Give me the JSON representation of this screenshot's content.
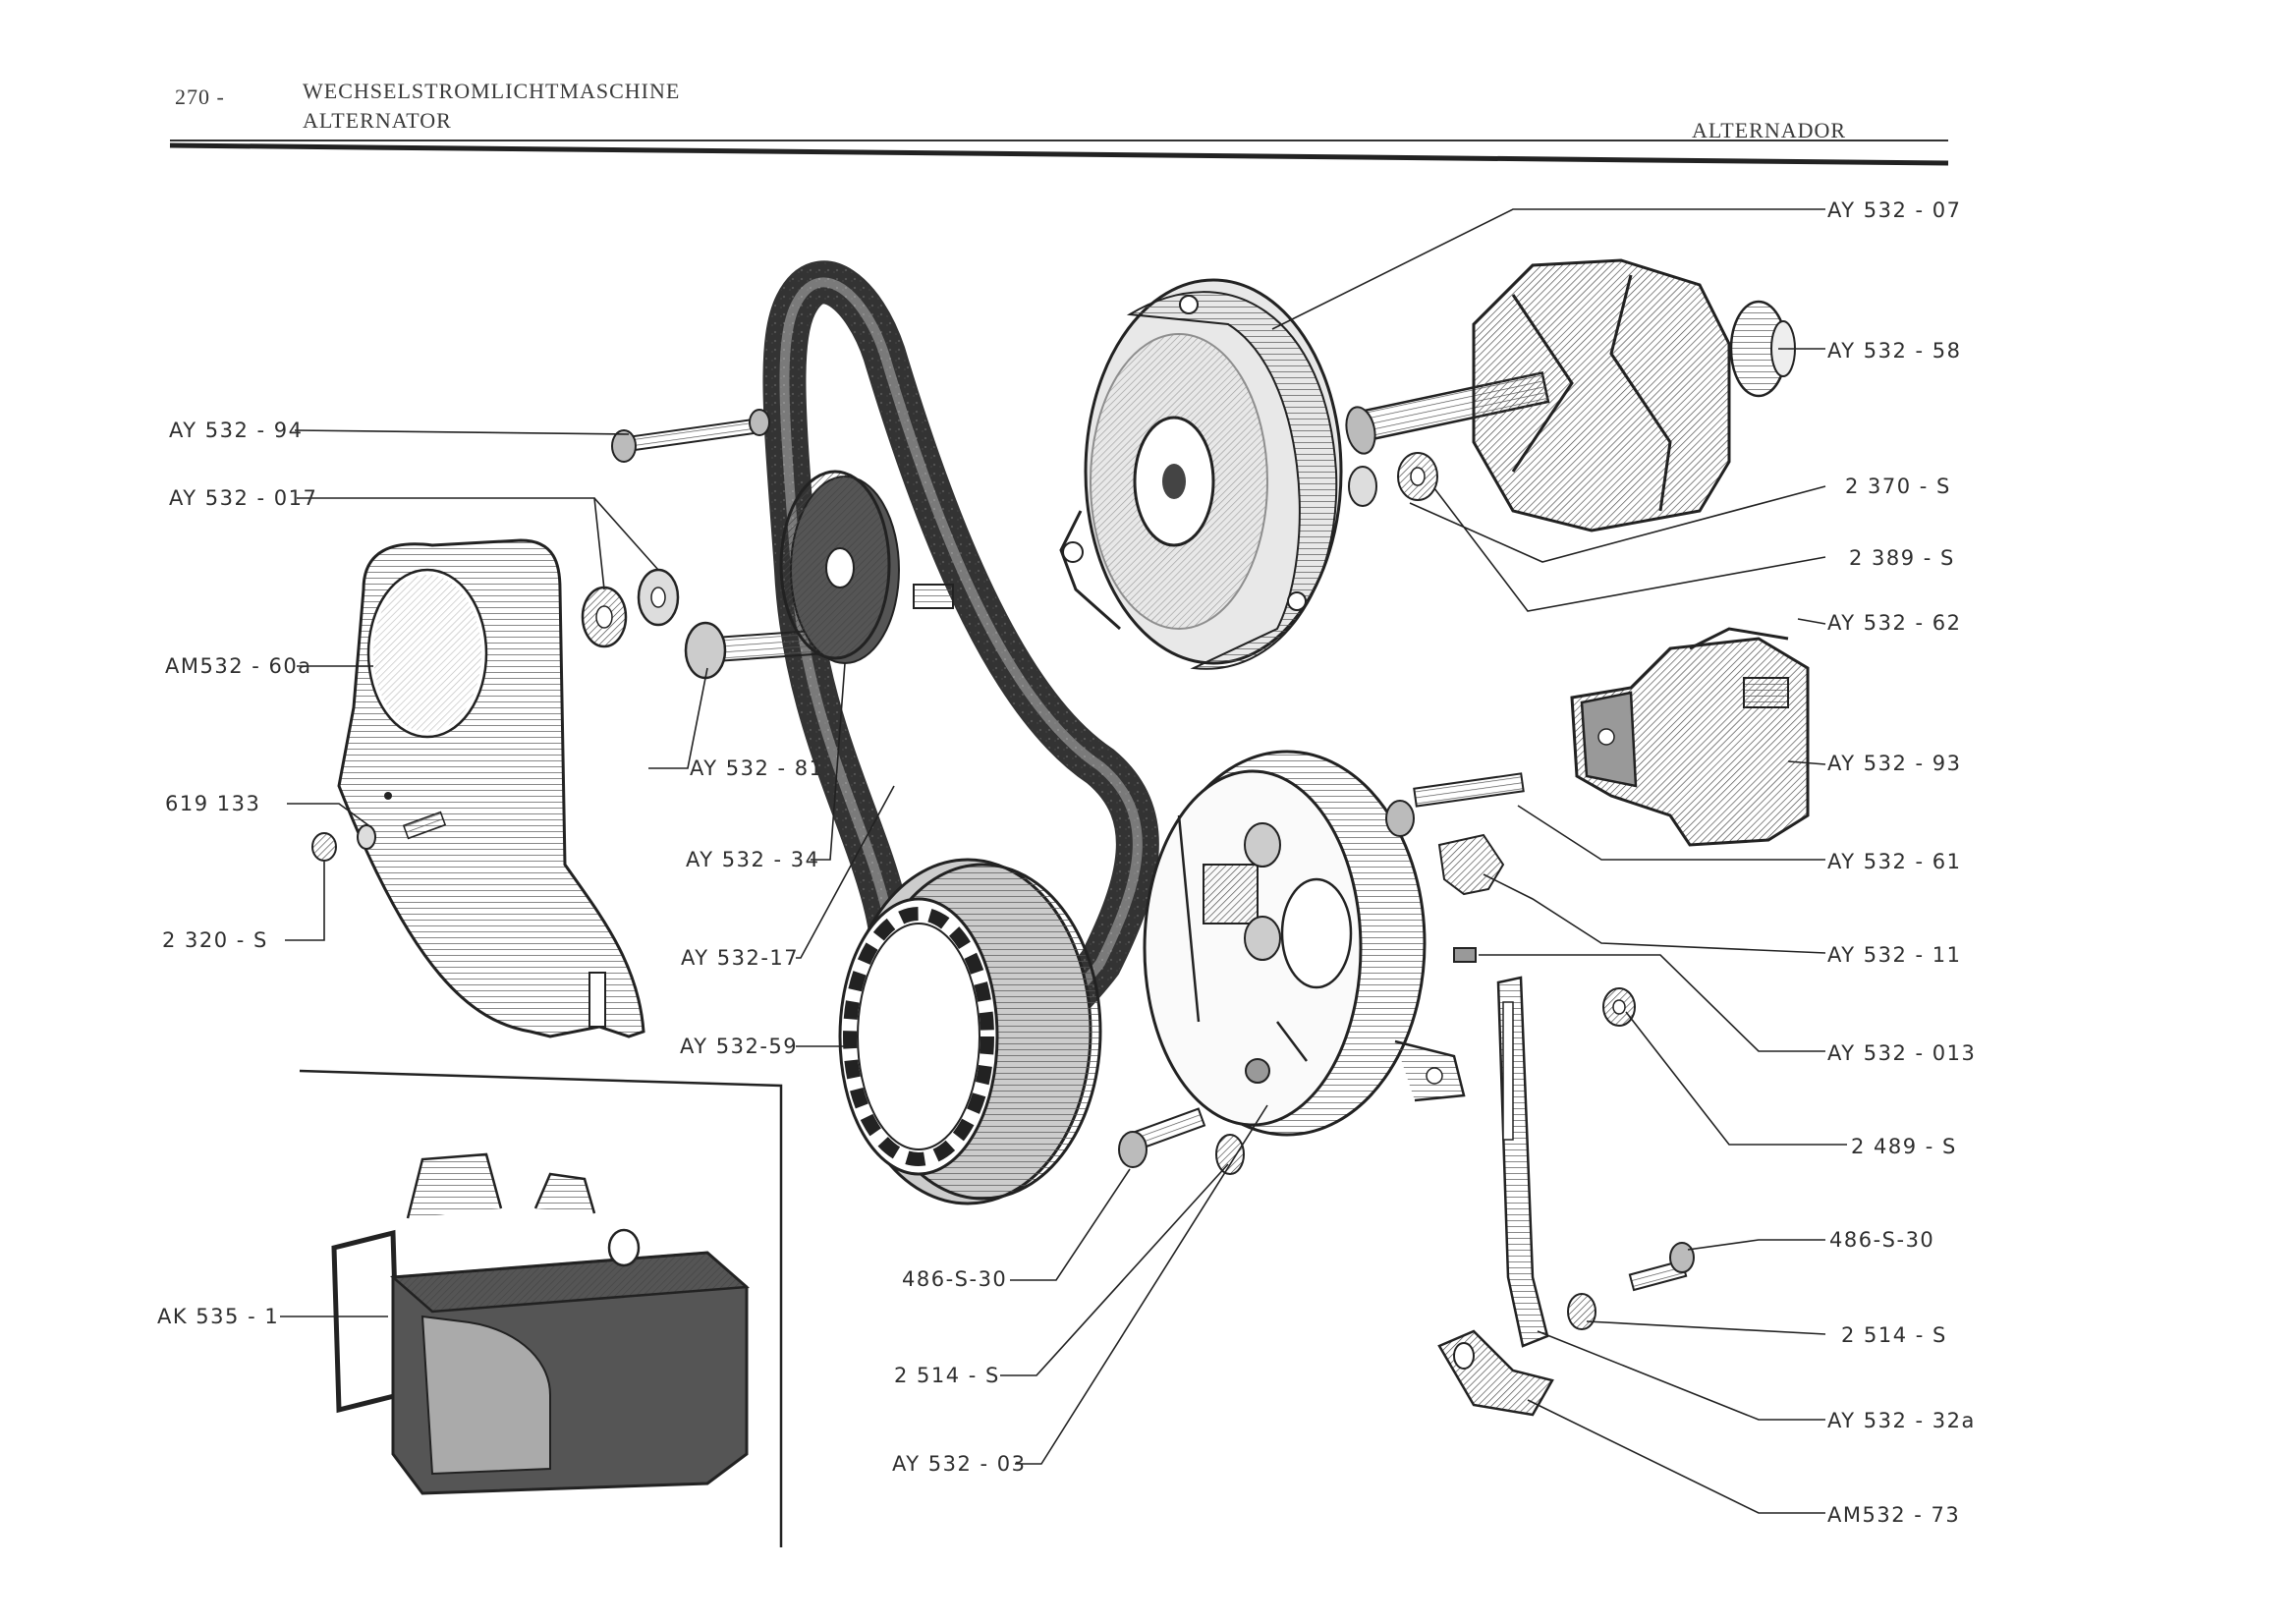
{
  "header": {
    "page_number": "270 -",
    "title_de": "WECHSELSTROMLICHTMASCHINE",
    "title_en": "ALTERNATOR",
    "title_es": "ALTERNADOR"
  },
  "part_labels": {
    "ay532_07": "AY 532 - 07",
    "ay532_58": "AY 532 - 58",
    "p2370s": "2 370 - S",
    "p2389s": "2 389 - S",
    "ay532_62": "AY 532 - 62",
    "ay532_93": "AY 532 - 93",
    "ay532_61": "AY 532 - 61",
    "ay532_11": "AY 532 - 11",
    "ay532_013": "AY 532 - 013",
    "p2489s": "2 489 - S",
    "p486s30_r": "486-S-30",
    "p2514s_r": "2 514 - S",
    "ay532_32a": "AY 532 - 32a",
    "am532_73": "AM532 - 73",
    "ay532_94": "AY 532 - 94",
    "ay532_017": "AY 532 - 017",
    "am532_60a": "AM532 - 60a",
    "p619133": "619 133",
    "p2320s": "2 320 - S",
    "ay532_81": "AY 532 - 81",
    "ay532_34": "AY 532 - 34",
    "ay532_17": "AY 532-17",
    "ay532_59": "AY 532-59",
    "ak535_1": "AK 535 - 1",
    "p486s30_c": "486-S-30",
    "p2514s_c": "2 514 - S",
    "ay532_03": "AY 532 - 03"
  }
}
